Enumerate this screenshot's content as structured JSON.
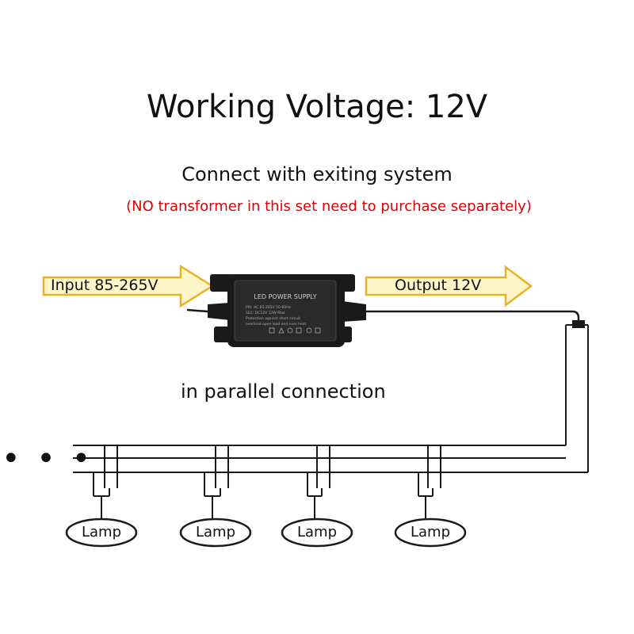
{
  "title": "Working Voltage: 12V",
  "subtitle": "Connect with exiting system",
  "note": "(NO transformer in this set need to purchase separately)",
  "input_label": "Input 85-265V",
  "output_label": "Output 12V",
  "parallel_label": "in parallel connection",
  "continuation": "• • •",
  "power_supply": {
    "label": "LED POWER SUPPLY",
    "spec_lines": [
      "PRI: AC 85-265V  50-60Hz",
      "SEC: DC12V        12W Max",
      "Protection against short circuit",
      "overload open load and over heat"
    ]
  },
  "lamps": [
    "Lamp",
    "Lamp",
    "Lamp",
    "Lamp"
  ],
  "colors": {
    "text": "#111111",
    "note": "#e00000",
    "arrow_fill": "#fef6c8",
    "arrow_stroke": "#e8b227",
    "device": "#1a1a1a"
  }
}
